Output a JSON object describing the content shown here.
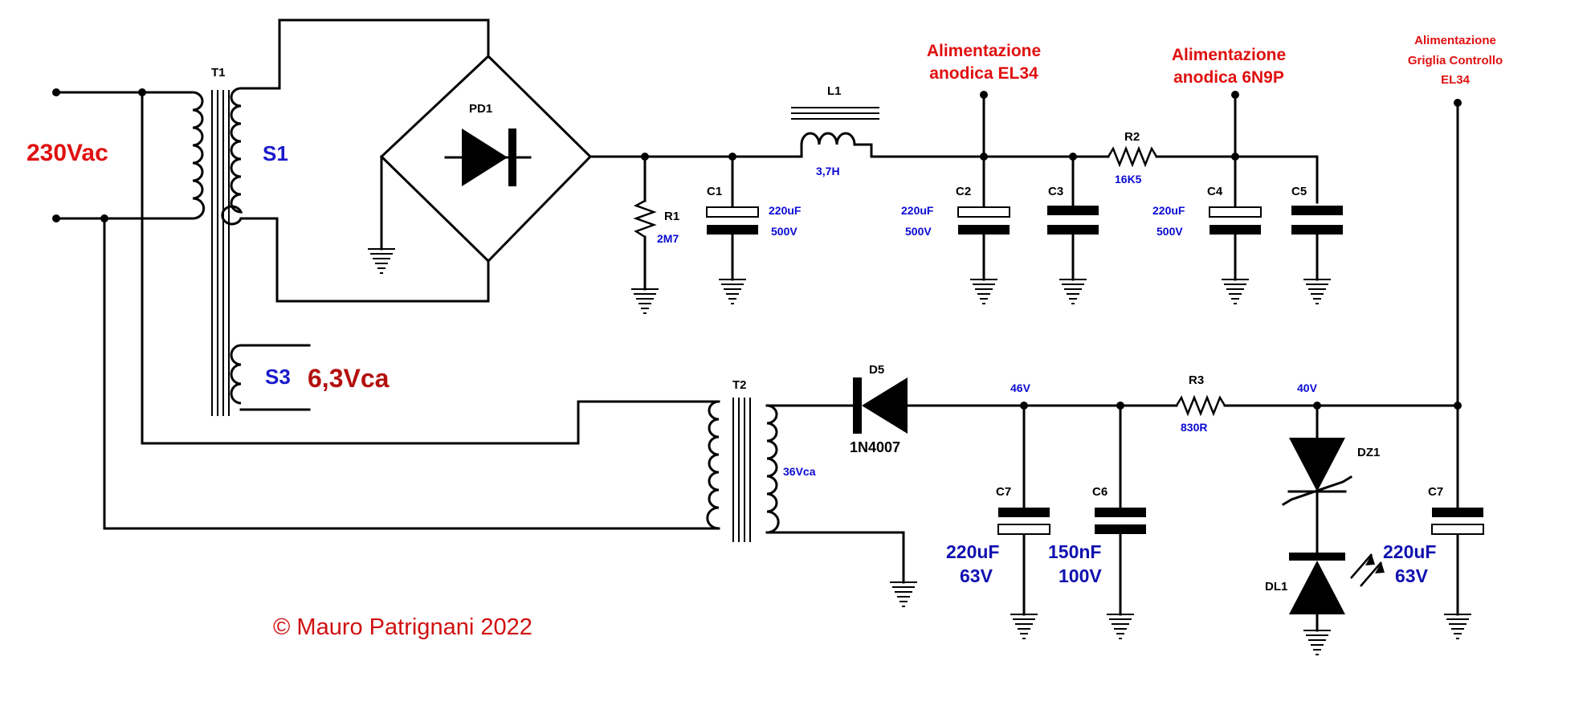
{
  "colors": {
    "wire": "#000000",
    "component_value": "#0a0ad2",
    "annotation": "#e01010",
    "filament": "#b31010",
    "background": "#ffffff"
  },
  "mains": {
    "label": "230Vac"
  },
  "transformers": {
    "T1": {
      "label": "T1",
      "secondary_1": "S1",
      "secondary_3": "S3",
      "filament_voltage": "6,3Vca"
    },
    "T2": {
      "label": "T2",
      "secondary_voltage": "36Vca"
    }
  },
  "bridge": {
    "label": "PD1"
  },
  "components": {
    "R1": {
      "label": "R1",
      "value": "2M7"
    },
    "C1": {
      "label": "C1",
      "value": "220uF",
      "rating": "500V"
    },
    "L1": {
      "label": "L1",
      "value": "3,7H"
    },
    "C2": {
      "label": "C2",
      "value": "220uF",
      "rating": "500V"
    },
    "C3": {
      "label": "C3"
    },
    "R2": {
      "label": "R2",
      "value": "16K5"
    },
    "C4": {
      "label": "C4",
      "value": "220uF",
      "rating": "500V"
    },
    "C5": {
      "label": "C5"
    },
    "D5": {
      "label": "D5",
      "part": "1N4007"
    },
    "C7a": {
      "label": "C7",
      "value": "220uF",
      "rating": "63V"
    },
    "C6": {
      "label": "C6",
      "value": "150nF",
      "rating": "100V"
    },
    "R3": {
      "label": "R3",
      "value": "830R"
    },
    "DZ1": {
      "label": "DZ1"
    },
    "DL1": {
      "label": "DL1"
    },
    "C7b": {
      "label": "C7",
      "value": "220uF",
      "rating": "63V"
    }
  },
  "nodes": {
    "v46": "46V",
    "v40": "40V"
  },
  "annotations": {
    "el34_anode": [
      "Alimentazione",
      "anodica EL34"
    ],
    "n9p_anode": [
      "Alimentazione",
      "anodica 6N9P"
    ],
    "grid_control": [
      "Alimentazione",
      "Griglia Controllo",
      "EL34"
    ]
  },
  "copyright": "© Mauro Patrignani 2022"
}
